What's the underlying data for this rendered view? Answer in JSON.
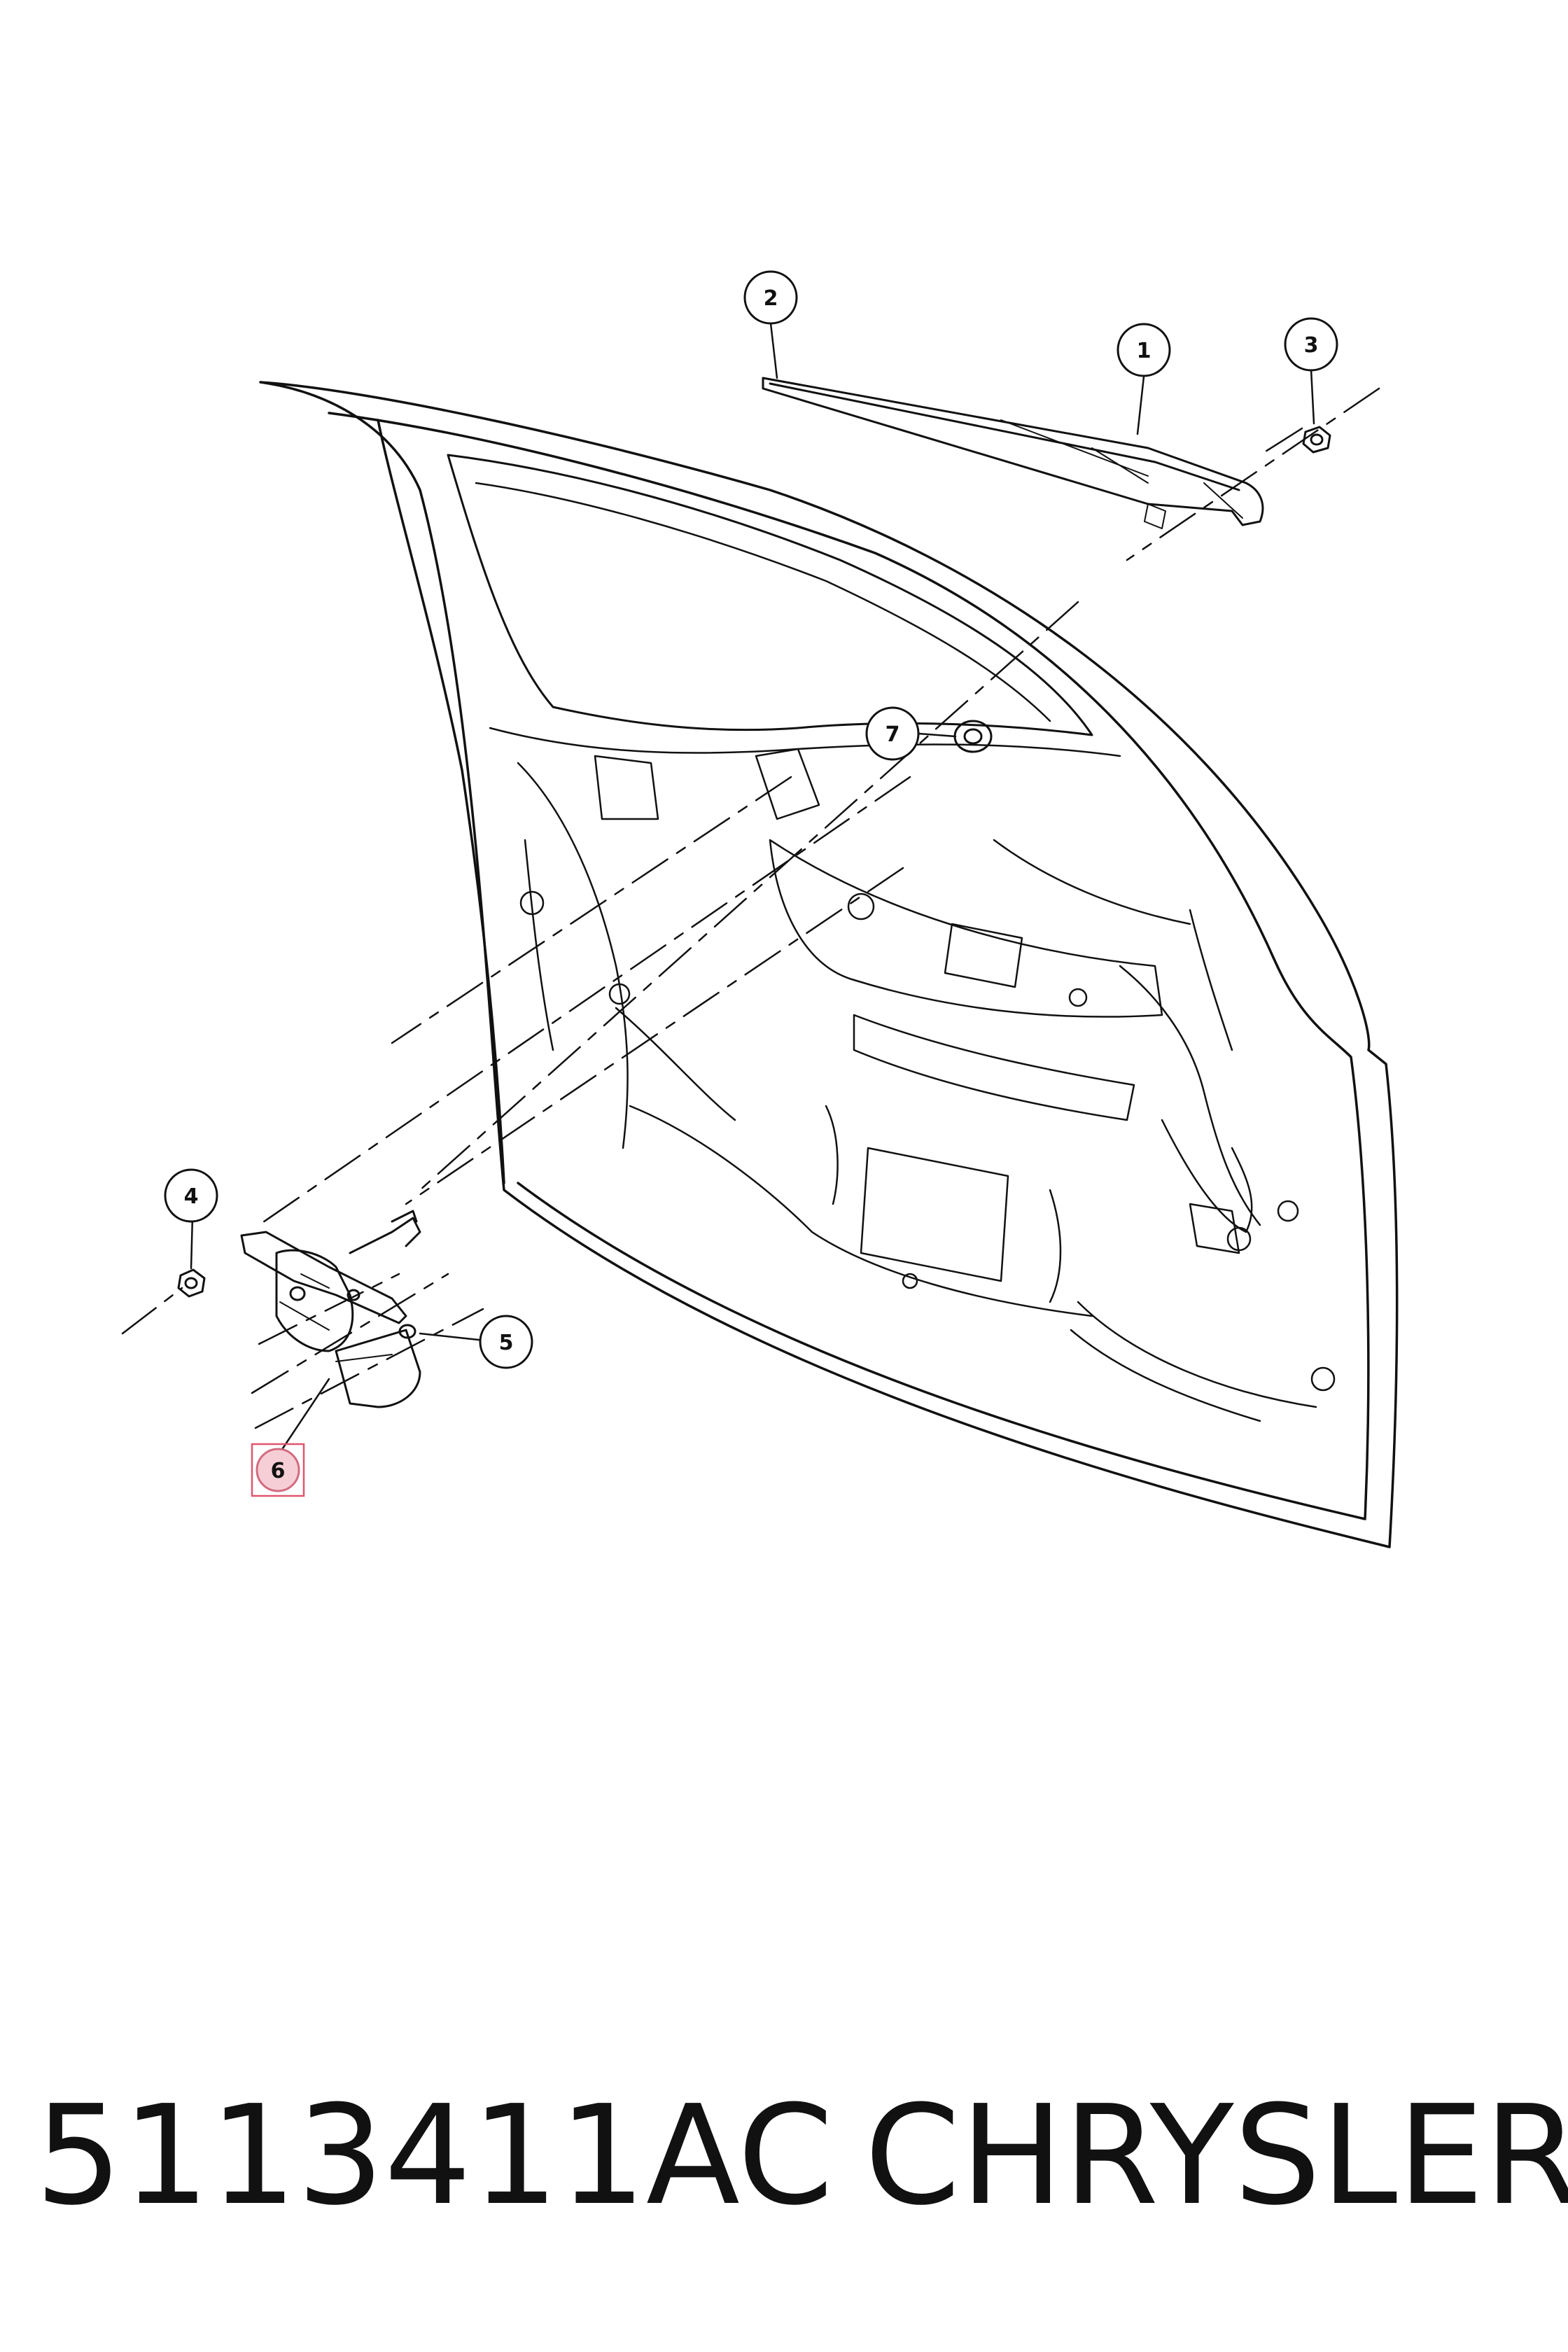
{
  "diagram": {
    "callouts": [
      {
        "id": "1",
        "label": "1"
      },
      {
        "id": "2",
        "label": "2"
      },
      {
        "id": "3",
        "label": "3"
      },
      {
        "id": "4",
        "label": "4"
      },
      {
        "id": "5",
        "label": "5"
      },
      {
        "id": "6",
        "label": "6",
        "highlighted": true
      },
      {
        "id": "7",
        "label": "7"
      }
    ],
    "highlight_color": "#f6cfd6",
    "highlight_border": "#e0556f",
    "line_color": "#111111"
  },
  "caption": {
    "part_number": "5113411AC",
    "brand": "CHRYSLER"
  }
}
